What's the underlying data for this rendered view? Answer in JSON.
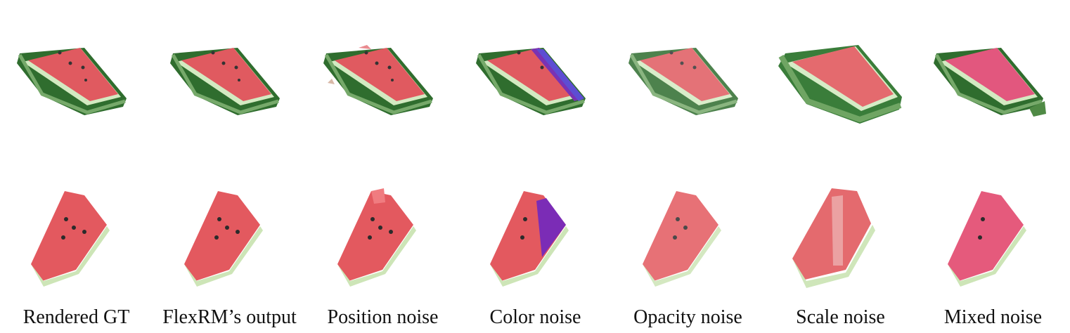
{
  "figure": {
    "captions": [
      "Rendered GT",
      "FlexRM’s output",
      "Position noise",
      "Color noise",
      "Opacity noise",
      "Scale noise",
      "Mixed noise"
    ]
  }
}
